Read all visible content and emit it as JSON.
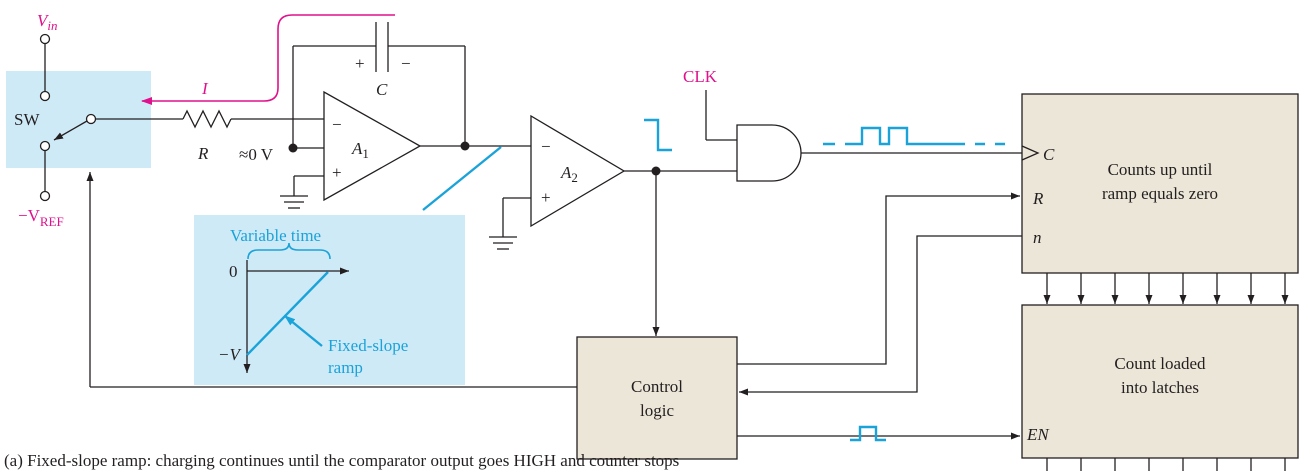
{
  "colors": {
    "wire": "#231f20",
    "accent_blue": "#1aa3d9",
    "accent_magenta": "#e0118c",
    "shade_blue": "#cfeaf7",
    "block_fill": "#ece6d8"
  },
  "switch": {
    "label": "SW",
    "vin": "V",
    "vin_sub": "in",
    "vref": "−V",
    "vref_sub": "REF"
  },
  "resistor": {
    "label": "R"
  },
  "current": {
    "label": "I"
  },
  "capacitor": {
    "label": "C",
    "plus": "+",
    "minus": "−"
  },
  "virtual_ground": {
    "label": "≈0 V"
  },
  "amp1": {
    "label": "A",
    "sub": "1",
    "minus": "−",
    "plus": "+"
  },
  "amp2": {
    "label": "A",
    "sub": "2",
    "minus": "−",
    "plus": "+"
  },
  "clock": {
    "label": "CLK"
  },
  "inset": {
    "title": "Variable time",
    "zero": "0",
    "neg": "−V",
    "ramp_label_1": "Fixed-slope",
    "ramp_label_2": "ramp"
  },
  "counter": {
    "line1": "Counts up until",
    "line2": "ramp equals zero",
    "pin_c": "C",
    "pin_r": "R",
    "pin_n": "n"
  },
  "latches": {
    "line1": "Count loaded",
    "line2": "into latches",
    "pin_en": "EN"
  },
  "control": {
    "line1": "Control",
    "line2": "logic"
  },
  "caption": "(a) Fixed-slope ramp: charging continues until the comparator output goes HIGH and counter stops"
}
